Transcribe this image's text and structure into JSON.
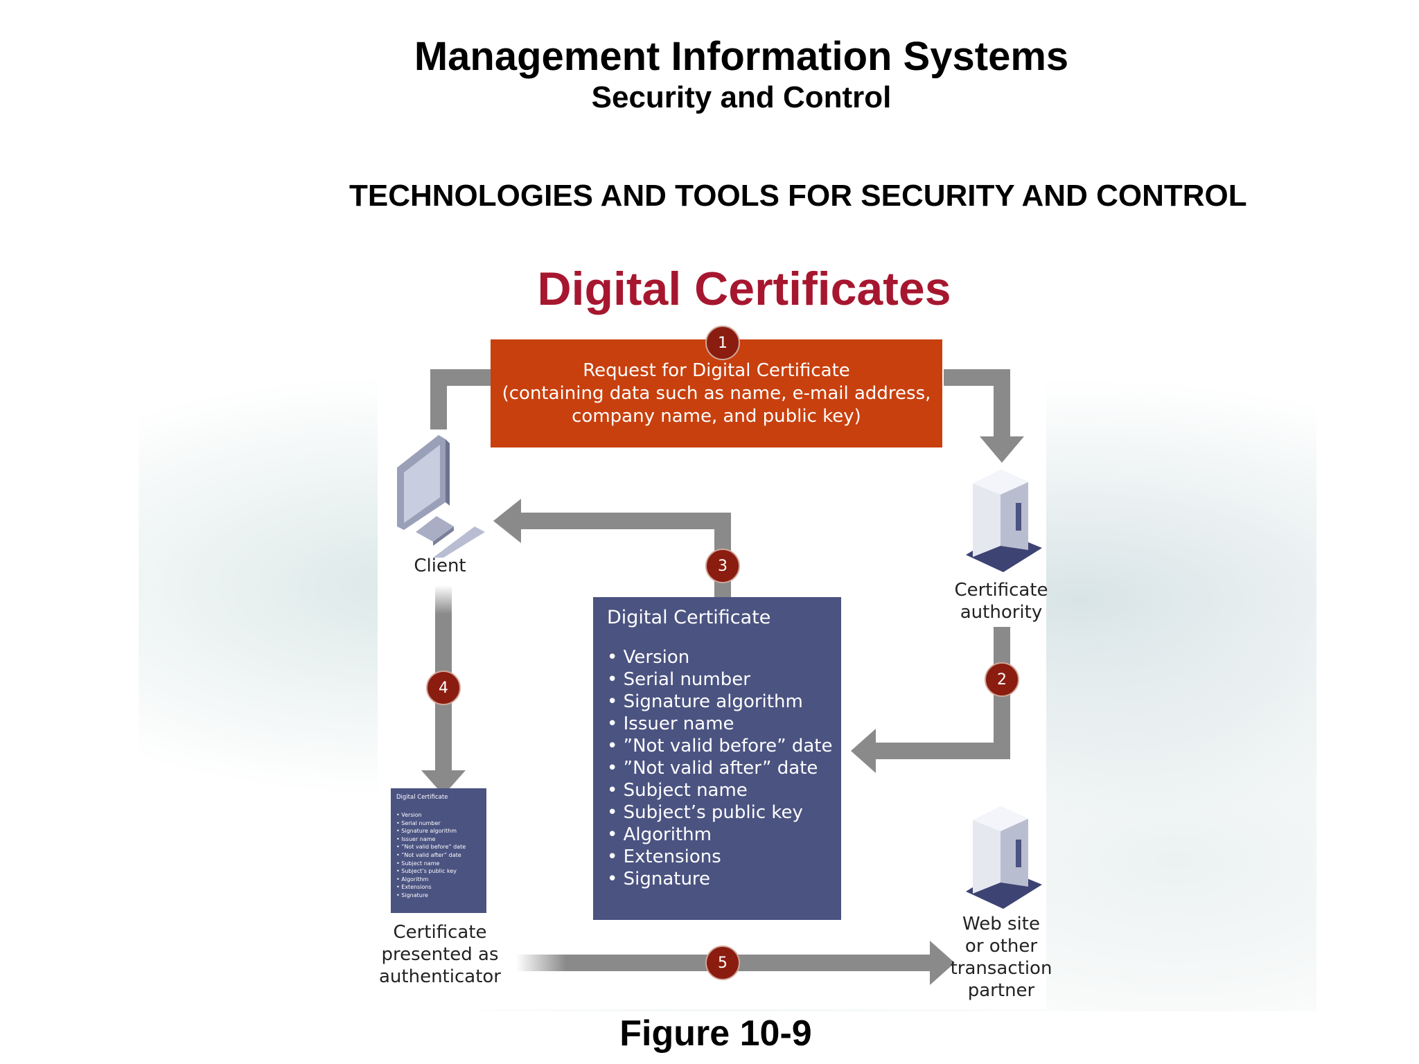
{
  "header": {
    "title": "Management Information Systems",
    "subtitle": "Security and Control",
    "section": "TECHNOLOGIES AND TOOLS FOR SECURITY AND CONTROL"
  },
  "diagram": {
    "title": "Digital Certificates",
    "request_box": {
      "line1": "Request for Digital Certificate",
      "line2": "(containing data such as name, e-mail address,",
      "line3": "company name, and public key)"
    },
    "nodes": {
      "client": "Client",
      "ca_line1": "Certificate",
      "ca_line2": "authority",
      "partner_line1": "Web site",
      "partner_line2": "or other",
      "partner_line3": "transaction",
      "partner_line4": "partner",
      "presented_line1": "Certificate",
      "presented_line2": "presented as",
      "presented_line3": "authenticator"
    },
    "certificate": {
      "title": "Digital Certificate",
      "fields": [
        "Version",
        "Serial number",
        "Signature algorithm",
        "Issuer name",
        "”Not valid before” date",
        "”Not valid after” date",
        "Subject name",
        "Subject’s public key",
        "Algorithm",
        "Extensions",
        "Signature"
      ]
    },
    "steps": [
      "1",
      "2",
      "3",
      "4",
      "5"
    ],
    "colors": {
      "request": "#c8400e",
      "certificate": "#4b5381",
      "step_badge": "#8b1c10",
      "arrow": "#7f7f7f",
      "title": "#a6172f"
    },
    "icons": {
      "client": "computer-monitor-icon",
      "ca": "server-tower-icon",
      "partner": "server-tower-icon"
    }
  },
  "figure_caption": "Figure 10-9"
}
